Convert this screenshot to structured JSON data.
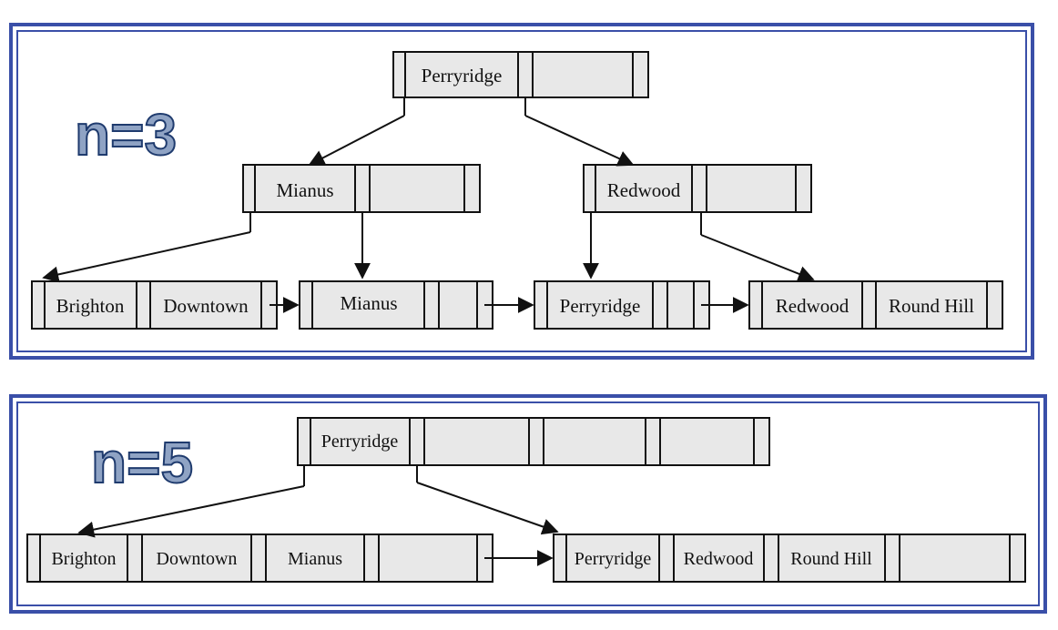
{
  "panels": [
    {
      "id": "n3",
      "title": "n=3",
      "root": {
        "keys": [
          "Perryridge"
        ]
      },
      "internal": [
        {
          "keys": [
            "Mianus"
          ]
        },
        {
          "keys": [
            "Redwood"
          ]
        }
      ],
      "leaves": [
        {
          "keys": [
            "Brighton",
            "Downtown"
          ]
        },
        {
          "keys": [
            "Mianus"
          ]
        },
        {
          "keys": [
            "Perryridge"
          ]
        },
        {
          "keys": [
            "Redwood",
            "Round Hill"
          ]
        }
      ]
    },
    {
      "id": "n5",
      "title": "n=5",
      "root": {
        "keys": [
          "Perryridge"
        ]
      },
      "leaves": [
        {
          "keys": [
            "Brighton",
            "Downtown",
            "Mianus"
          ]
        },
        {
          "keys": [
            "Perryridge",
            "Redwood",
            "Round Hill"
          ]
        }
      ]
    }
  ],
  "colors": {
    "frame": "#3a4fa8",
    "node_fill": "#e8e8e8",
    "stroke": "#111111",
    "title_fill": "#8fa3c4",
    "title_outline": "#1f3b6e"
  }
}
